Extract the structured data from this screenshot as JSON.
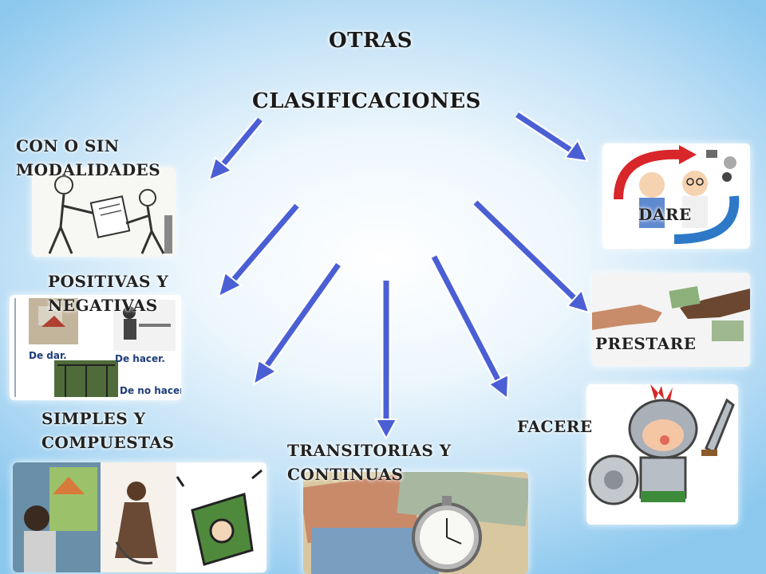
{
  "title": {
    "line1": "OTRAS",
    "line2": "CLASIFICACIONES"
  },
  "nodes": {
    "modalidades": {
      "line1": "CON O SIN",
      "line2": "MODALIDADES"
    },
    "positivas": {
      "line1": "POSITIVAS Y",
      "line2": "NEGATIVAS"
    },
    "simples": {
      "line1": "SIMPLES Y",
      "line2": "COMPUESTAS"
    },
    "transitorias": {
      "line1": "TRANSITORIAS Y",
      "line2": "CONTINUAS"
    },
    "facere": "FACERE",
    "prestare": "PRESTARE",
    "dare": "DARE"
  },
  "image_captions": {
    "de_dar": "De dar.",
    "de_hacer": "De hacer.",
    "de_no_hacer": "De no hacer."
  },
  "colors": {
    "arrow": "#4a5fd4",
    "arrow_outline": "#ffffff"
  }
}
